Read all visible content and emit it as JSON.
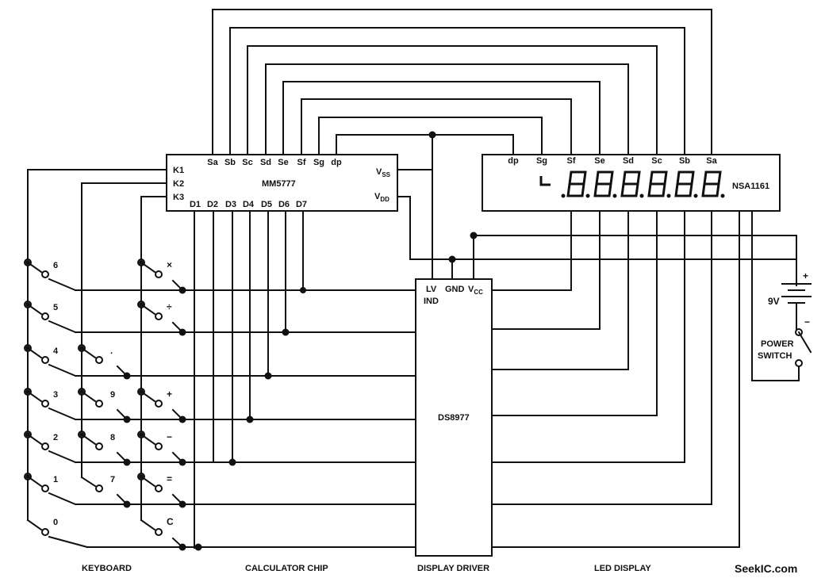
{
  "calculator_chip": {
    "name": "MM5777",
    "segment_pins": [
      "Sa",
      "Sb",
      "Sc",
      "Sd",
      "Se",
      "Sf",
      "Sg",
      "dp"
    ],
    "k_pins": [
      "K1",
      "K2",
      "K3"
    ],
    "digit_pins": [
      "D1",
      "D2",
      "D3",
      "D4",
      "D5",
      "D6",
      "D7"
    ],
    "vss": "V",
    "vss_sub": "SS",
    "vdd": "V",
    "vdd_sub": "DD"
  },
  "display_driver": {
    "name": "DS8977",
    "lv": "LV",
    "ind": "IND",
    "gnd": "GND",
    "vcc": "V",
    "vcc_sub": "CC"
  },
  "led_display": {
    "name": "NSA1161",
    "segment_pins": [
      "dp",
      "Sg",
      "Sf",
      "Se",
      "Sd",
      "Sc",
      "Sb",
      "Sa"
    ],
    "digit_count": 6
  },
  "battery": {
    "label": "9V",
    "plus": "+",
    "minus": "−"
  },
  "power_switch": {
    "line1": "POWER",
    "line2": "SWITCH"
  },
  "keyboard": {
    "col1": [
      "6",
      "5",
      "4",
      "3",
      "2",
      "1",
      "0"
    ],
    "col2": [
      ".",
      "9",
      "8",
      "7"
    ],
    "col3": [
      "×",
      "÷",
      "+",
      "−",
      "=",
      "C"
    ]
  },
  "section_labels": {
    "keyboard": "KEYBOARD",
    "calculator_chip": "CALCULATOR CHIP",
    "display_driver": "DISPLAY DRIVER",
    "led_display": "LED DISPLAY"
  },
  "watermark": "SeekIC.com"
}
